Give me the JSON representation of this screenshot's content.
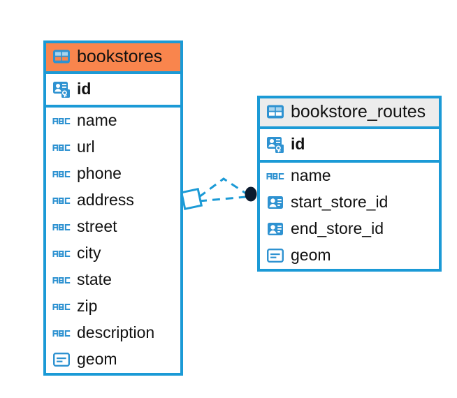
{
  "diagram": {
    "type": "entity-relationship-diagram",
    "background_color": "#ffffff",
    "accent_color": "#1b9ad6",
    "highlight_color": "#f9854d",
    "header_grey": "#ececec",
    "text_color": "#111111"
  },
  "entities": [
    {
      "name": "bookstores",
      "header_style": "orange",
      "primary_key": {
        "label": "id",
        "icon": "primary-key-icon"
      },
      "fields": [
        {
          "label": "name",
          "icon": "text-abc-icon"
        },
        {
          "label": "url",
          "icon": "text-abc-icon"
        },
        {
          "label": "phone",
          "icon": "text-abc-icon"
        },
        {
          "label": "address",
          "icon": "text-abc-icon"
        },
        {
          "label": "street",
          "icon": "text-abc-icon"
        },
        {
          "label": "city",
          "icon": "text-abc-icon"
        },
        {
          "label": "state",
          "icon": "text-abc-icon"
        },
        {
          "label": "zip",
          "icon": "text-abc-icon"
        },
        {
          "label": "description",
          "icon": "text-abc-icon"
        },
        {
          "label": "geom",
          "icon": "geometry-icon"
        }
      ]
    },
    {
      "name": "bookstore_routes",
      "header_style": "grey",
      "primary_key": {
        "label": "id",
        "icon": "primary-key-icon"
      },
      "fields": [
        {
          "label": "name",
          "icon": "text-abc-icon"
        },
        {
          "label": "start_store_id",
          "icon": "foreign-key-icon"
        },
        {
          "label": "end_store_id",
          "icon": "foreign-key-icon"
        },
        {
          "label": "geom",
          "icon": "geometry-icon"
        }
      ]
    }
  ],
  "relationship": {
    "from_entity": "bookstores",
    "to_entity": "bookstore_routes",
    "line_style": "dashed",
    "line_color": "#1b9ad6",
    "source_marker": "diamond-outline",
    "target_marker": "filled-circle",
    "target_marker_color": "#0b1a2e"
  }
}
